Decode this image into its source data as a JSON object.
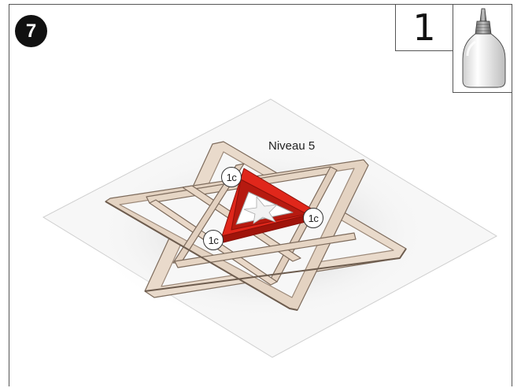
{
  "step_number": "7",
  "part_count": "1",
  "tool_icon": "glue-bottle-icon",
  "level_label": "Niveau 5",
  "callouts": [
    "1c",
    "1c",
    "1c"
  ],
  "colors": {
    "highlight": "#e0271b",
    "wood": "#e8d8c8",
    "wood_edge": "#8c7a6a",
    "badge": "#111111"
  }
}
